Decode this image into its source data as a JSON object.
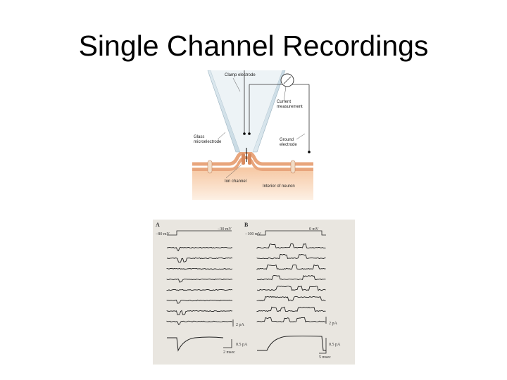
{
  "slide": {
    "title": "Single Channel Recordings"
  },
  "diagram": {
    "labels": {
      "clamp_electrode": "Clamp electrode",
      "current_measurement": "Current\nmeasurement",
      "glass_microelectrode": "Glass\nmicroelectrode",
      "ground_electrode": "Ground\nelectrode",
      "ion_channel": "Ion channel",
      "interior_of_neuron": "Interior of neuron"
    }
  },
  "recordings": {
    "panel_a": {
      "label": "A",
      "hold_potential": "−80 mV",
      "step_potential": "−30 mV",
      "trace_scale": "2 pA",
      "avg_scale": "0.5 pA",
      "time_scale": "2 msec"
    },
    "panel_b": {
      "label": "B",
      "hold_potential": "−100 mV",
      "step_potential": "0 mV",
      "trace_scale": "2 pA",
      "avg_scale": "0.5 pA",
      "time_scale": "5 msec"
    }
  }
}
